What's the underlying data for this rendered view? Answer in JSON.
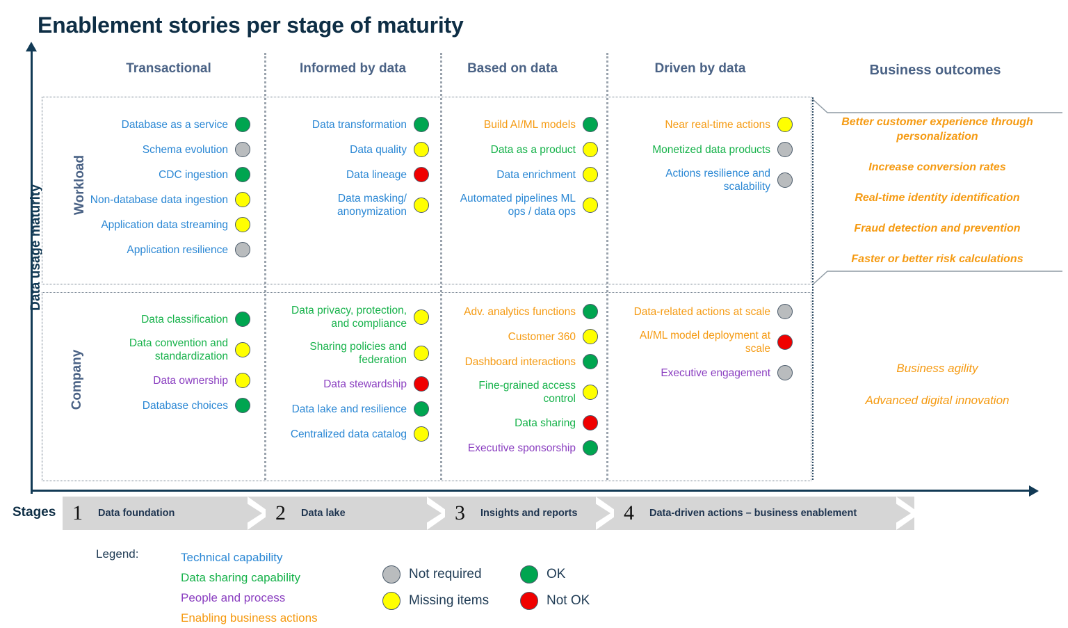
{
  "title": "Enablement stories per stage of maturity",
  "axes": {
    "y_label": "Data usage maturity",
    "stages_label": "Stages"
  },
  "columns": [
    {
      "id": "transactional",
      "label": "Transactional"
    },
    {
      "id": "informed",
      "label": "Informed by data"
    },
    {
      "id": "based",
      "label": "Based on data"
    },
    {
      "id": "driven",
      "label": "Driven by data"
    }
  ],
  "outcomes_header": "Business outcomes",
  "rows": [
    {
      "id": "workload",
      "label": "Workload"
    },
    {
      "id": "company",
      "label": "Company"
    }
  ],
  "status_colors": {
    "green": "#00a550",
    "yellow": "#ffff00",
    "red": "#f00000",
    "grey": "#b9bcbe"
  },
  "category_colors": {
    "technical": "#2a87d4",
    "data_sharing": "#16b24a",
    "people_process": "#8a3ec0",
    "business_actions": "#f59a11"
  },
  "cells": {
    "workload_transactional": [
      {
        "label": "Database  as a service",
        "cat": "technical",
        "status": "green"
      },
      {
        "label": "Schema  evolution",
        "cat": "technical",
        "status": "grey"
      },
      {
        "label": "CDC ingestion",
        "cat": "technical",
        "status": "green"
      },
      {
        "label": "Non-database  data ingestion",
        "cat": "technical",
        "status": "yellow"
      },
      {
        "label": "Application  data streaming",
        "cat": "technical",
        "status": "yellow"
      },
      {
        "label": "Application  resilience",
        "cat": "technical",
        "status": "grey"
      }
    ],
    "workload_informed": [
      {
        "label": "Data transformation",
        "cat": "technical",
        "status": "green"
      },
      {
        "label": "Data quality",
        "cat": "technical",
        "status": "yellow"
      },
      {
        "label": "Data lineage",
        "cat": "technical",
        "status": "red"
      },
      {
        "label": "Data masking/ anonymization",
        "cat": "technical",
        "status": "yellow"
      }
    ],
    "workload_based": [
      {
        "label": "Build AI/ML models",
        "cat": "business_actions",
        "status": "green"
      },
      {
        "label": "Data as a product",
        "cat": "data_sharing",
        "status": "yellow"
      },
      {
        "label": "Data enrichment",
        "cat": "technical",
        "status": "yellow"
      },
      {
        "label": "Automated  pipelines ML ops / data ops",
        "cat": "technical",
        "status": "yellow"
      }
    ],
    "workload_driven": [
      {
        "label": "Near  real-time actions",
        "cat": "business_actions",
        "status": "yellow"
      },
      {
        "label": "Monetized  data products",
        "cat": "data_sharing",
        "status": "grey"
      },
      {
        "label": "Actions resilience and scalability",
        "cat": "technical",
        "status": "grey"
      }
    ],
    "company_transactional": [
      {
        "label": "Data classification",
        "cat": "data_sharing",
        "status": "green"
      },
      {
        "label": "Data convention  and standardization",
        "cat": "data_sharing",
        "status": "yellow"
      },
      {
        "label": "Data ownership",
        "cat": "people_process",
        "status": "yellow"
      },
      {
        "label": "Database  choices",
        "cat": "technical",
        "status": "green"
      }
    ],
    "company_informed": [
      {
        "label": "Data privacy, protection, and compliance",
        "cat": "data_sharing",
        "status": "yellow"
      },
      {
        "label": "Sharing  policies and federation",
        "cat": "data_sharing",
        "status": "yellow"
      },
      {
        "label": "Data stewardship",
        "cat": "people_process",
        "status": "red"
      },
      {
        "label": "Data lake and  resilience",
        "cat": "technical",
        "status": "green"
      },
      {
        "label": "Centralized data catalog",
        "cat": "technical",
        "status": "yellow"
      }
    ],
    "company_based": [
      {
        "label": "Adv. analytics  functions",
        "cat": "business_actions",
        "status": "green"
      },
      {
        "label": "Customer 360",
        "cat": "business_actions",
        "status": "yellow"
      },
      {
        "label": "Dashboard  interactions",
        "cat": "business_actions",
        "status": "green"
      },
      {
        "label": "Fine-grained access control",
        "cat": "data_sharing",
        "status": "yellow"
      },
      {
        "label": "Data sharing",
        "cat": "data_sharing",
        "status": "red"
      },
      {
        "label": "Executive sponsorship",
        "cat": "people_process",
        "status": "green"
      }
    ],
    "company_driven": [
      {
        "label": "Data-related  actions at scale",
        "cat": "business_actions",
        "status": "grey"
      },
      {
        "label": "AI/ML model deployment  at scale",
        "cat": "business_actions",
        "status": "red"
      },
      {
        "label": "Executive engagement",
        "cat": "people_process",
        "status": "grey"
      }
    ]
  },
  "outcomes": {
    "workload": [
      "Better customer experience through personalization",
      "Increase conversion rates",
      "Real-time identity identification",
      "Fraud detection and prevention",
      "Faster or better risk calculations"
    ],
    "company": [
      "Business agility",
      "Advanced digital innovation"
    ]
  },
  "stages": [
    {
      "num": "1",
      "name": "Data foundation"
    },
    {
      "num": "2",
      "name": "Data lake"
    },
    {
      "num": "3",
      "name": "Insights and reports"
    },
    {
      "num": "4",
      "name": "Data-driven actions – business enablement"
    }
  ],
  "legend": {
    "label": "Legend:",
    "categories": [
      {
        "text": "Technical capability",
        "cat": "technical"
      },
      {
        "text": "Data sharing capability",
        "cat": "data_sharing"
      },
      {
        "text": "People and process",
        "cat": "people_process"
      },
      {
        "text": "Enabling business actions",
        "cat": "business_actions"
      }
    ],
    "statuses": [
      {
        "text": "Not required",
        "status": "grey"
      },
      {
        "text": "Missing items",
        "status": "yellow"
      },
      {
        "text": "OK",
        "status": "green"
      },
      {
        "text": "Not OK",
        "status": "red"
      }
    ]
  }
}
